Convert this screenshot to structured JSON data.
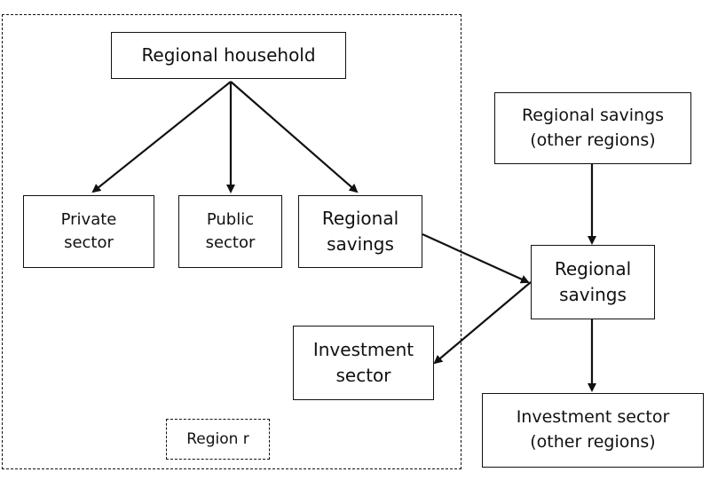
{
  "diagram": {
    "region_frame_label": "Region r",
    "nodes": {
      "regional_household": "Regional household",
      "private_sector": [
        "Private",
        "sector"
      ],
      "public_sector": [
        "Public",
        "sector"
      ],
      "regional_savings_local": [
        "Regional",
        "savings"
      ],
      "investment_sector_local": [
        "Investment",
        "sector"
      ],
      "regional_savings_other": [
        "Regional savings",
        "(other regions)"
      ],
      "regional_savings_global": [
        "Regional",
        "savings"
      ],
      "investment_sector_other": [
        "Investment sector",
        "(other regions)"
      ]
    }
  }
}
